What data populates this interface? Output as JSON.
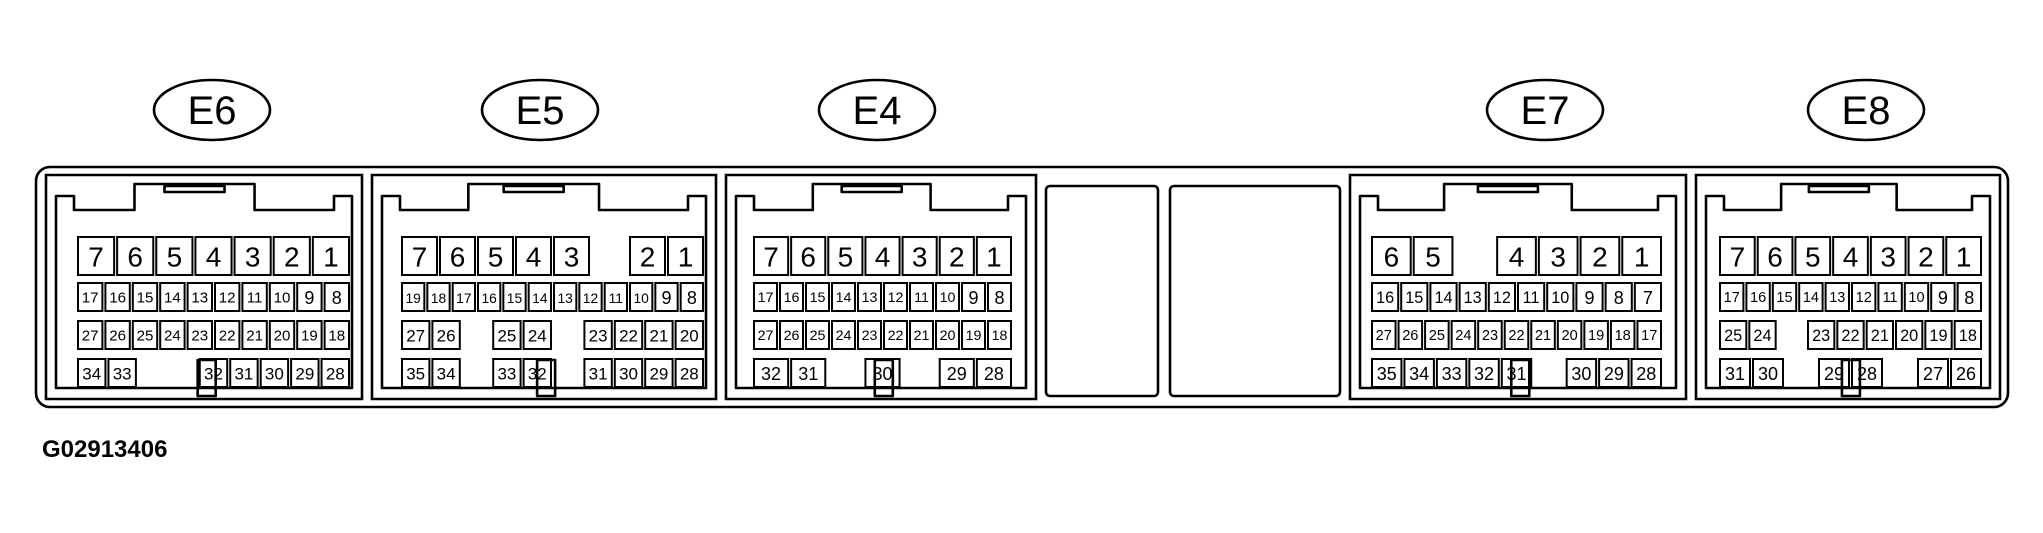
{
  "figure_id": "G02913406",
  "connectors": [
    {
      "label": "E6",
      "rows": [
        [
          "7",
          "6",
          "5",
          "4",
          "3",
          "2",
          "1"
        ],
        [
          "17",
          "16",
          "15",
          "14",
          "13",
          "12",
          "11",
          "10",
          "9",
          "8"
        ],
        [
          "27",
          "26",
          "25",
          "24",
          "23",
          "22",
          "21",
          "20",
          "19",
          "18"
        ],
        [
          "34",
          "33",
          "",
          "",
          "32",
          "31",
          "30",
          "29",
          "28"
        ]
      ]
    },
    {
      "label": "E5",
      "rows": [
        [
          "7",
          "6",
          "5",
          "4",
          "3",
          "",
          "2",
          "1"
        ],
        [
          "19",
          "18",
          "17",
          "16",
          "15",
          "14",
          "13",
          "12",
          "11",
          "10",
          "9",
          "8"
        ],
        [
          "27",
          "26",
          "",
          "25",
          "24",
          "",
          "23",
          "22",
          "21",
          "20"
        ],
        [
          "35",
          "34",
          "",
          "33",
          "32",
          "",
          "31",
          "30",
          "29",
          "28"
        ]
      ]
    },
    {
      "label": "E4",
      "rows": [
        [
          "7",
          "6",
          "5",
          "4",
          "3",
          "2",
          "1"
        ],
        [
          "17",
          "16",
          "15",
          "14",
          "13",
          "12",
          "11",
          "10",
          "9",
          "8"
        ],
        [
          "27",
          "26",
          "25",
          "24",
          "23",
          "22",
          "21",
          "20",
          "19",
          "18"
        ],
        [
          "32",
          "31",
          "",
          "30",
          "",
          "29",
          "28"
        ]
      ]
    },
    {
      "label": "E7",
      "rows": [
        [
          "6",
          "5",
          "",
          "4",
          "3",
          "2",
          "1"
        ],
        [
          "16",
          "15",
          "14",
          "13",
          "12",
          "11",
          "10",
          "9",
          "8",
          "7"
        ],
        [
          "27",
          "26",
          "25",
          "24",
          "23",
          "22",
          "21",
          "20",
          "19",
          "18",
          "17"
        ],
        [
          "35",
          "34",
          "33",
          "32",
          "31",
          "",
          "30",
          "29",
          "28"
        ]
      ]
    },
    {
      "label": "E8",
      "rows": [
        [
          "7",
          "6",
          "5",
          "4",
          "3",
          "2",
          "1"
        ],
        [
          "17",
          "16",
          "15",
          "14",
          "13",
          "12",
          "11",
          "10",
          "9",
          "8"
        ],
        [
          "25",
          "24",
          "",
          "23",
          "22",
          "21",
          "20",
          "19",
          "18"
        ],
        [
          "31",
          "30",
          "",
          "29",
          "28",
          "",
          "27",
          "26"
        ]
      ]
    }
  ]
}
